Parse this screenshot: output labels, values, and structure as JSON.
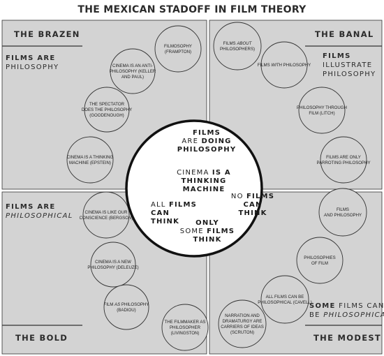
{
  "title": "THE MEXICAN STADOFF IN FILM THEORY",
  "colors": {
    "panel": "#d3d3d3",
    "stroke": "#333333",
    "circle_fill": "#d3d3d3",
    "center_fill": "#ffffff"
  },
  "quadrants": {
    "brazen": {
      "name": "THE BRAZEN",
      "sub_lines": [
        [
          {
            "text": "FILMS ",
            "b": true
          },
          {
            "text": "ARE",
            "b": true
          }
        ],
        [
          {
            "text": "PHILOSOPHY"
          }
        ]
      ],
      "circles": [
        {
          "lines": [
            [
              {
                "t": "FILMOSOPHY"
              }
            ],
            [
              {
                "t": "(FRAMPTON)"
              }
            ]
          ]
        },
        {
          "lines": [
            [
              {
                "t": "CINEMA IS AN ANTI-"
              }
            ],
            [
              {
                "t": "PHILOSOPHY (KELLER"
              }
            ],
            [
              {
                "t": "AND PAUL)"
              }
            ]
          ]
        },
        {
          "lines": [
            [
              {
                "t": "THE SPECTATOR"
              }
            ],
            [
              {
                "t": "DOES THE PHILOSOPHY"
              }
            ],
            [
              {
                "t": "(GOODENOUGH)"
              }
            ]
          ]
        },
        {
          "lines": [
            [
              {
                "t": "CINEMA IS A THINKING"
              }
            ],
            [
              {
                "t": "MACHINE (EPSTEIN)"
              }
            ]
          ]
        }
      ]
    },
    "banal": {
      "name": "THE BANAL",
      "sub_lines": [
        [
          {
            "text": "FILMS",
            "b": true
          }
        ],
        [
          {
            "text": "ILLUSTRATE"
          }
        ],
        [
          {
            "text": "PHILOSOPHY"
          }
        ]
      ],
      "circles": [
        {
          "lines": [
            [
              {
                "t": "FILMS "
              },
              {
                "t": "ABOUT",
                "i": true
              }
            ],
            [
              {
                "t": "PHILOSOPHERS)"
              }
            ]
          ]
        },
        {
          "lines": [
            [
              {
                "t": "FILMS "
              },
              {
                "t": "WITH",
                "i": true
              },
              {
                "t": " PHILOSOPHY"
              }
            ]
          ]
        },
        {
          "lines": [
            [
              {
                "t": "PHILOSOPHY THROUGH"
              }
            ],
            [
              {
                "t": "FILM (LITCH)"
              }
            ]
          ]
        },
        {
          "lines": [
            [
              {
                "t": "FILMS ARE ONLY"
              }
            ],
            [
              {
                "t": "PARROTING PHILOSOPHY"
              }
            ]
          ]
        }
      ]
    },
    "bold": {
      "name": "THE BOLD",
      "sub_lines": [
        [
          {
            "text": "FILMS ",
            "b": true
          },
          {
            "text": "ARE",
            "b": true
          }
        ],
        [
          {
            "text": "PHILOSOPHICAL",
            "i": true
          }
        ]
      ],
      "circles": [
        {
          "lines": [
            [
              {
                "t": "CINEMA IS LIKE OUR"
              }
            ],
            [
              {
                "t": "CONSCIENCE (BERGSON)"
              }
            ]
          ]
        },
        {
          "lines": [
            [
              {
                "t": "CINEMA IS A NEW"
              }
            ],
            [
              {
                "t": "PHILOSOPHY (DELEUZE)"
              }
            ]
          ]
        },
        {
          "lines": [
            [
              {
                "t": "FILM "
              },
              {
                "t": "AS",
                "i": true
              },
              {
                "t": " PHILOSOPHY"
              }
            ],
            [
              {
                "t": "(BADIOU)"
              }
            ]
          ]
        },
        {
          "lines": [
            [
              {
                "t": "THE FILMMAKER AS"
              }
            ],
            [
              {
                "t": "PHILOSOPHER"
              }
            ],
            [
              {
                "t": "(LIVINGSTON)"
              }
            ]
          ]
        }
      ]
    },
    "modest": {
      "name": "THE MODEST",
      "sub_lines": [
        [
          {
            "text": "SOME",
            "b": true
          },
          {
            "text": " FILMS CAN"
          }
        ],
        [
          {
            "text": "BE "
          },
          {
            "text": "PHILOSOPHICAL",
            "i": true
          }
        ]
      ],
      "circles": [
        {
          "lines": [
            [
              {
                "t": "FILMS"
              }
            ],
            [
              {
                "t": "AND",
                "i": true
              },
              {
                "t": " PHILOSOPHY"
              }
            ]
          ]
        },
        {
          "lines": [
            [
              {
                "t": "PHILOSOPHIES"
              }
            ],
            [
              {
                "t": "OF FILM"
              }
            ]
          ]
        },
        {
          "lines": [
            [
              {
                "t": "ALL FILMS CAN BE"
              }
            ],
            [
              {
                "t": "PHILOSOPHICAL (CAVELL)"
              }
            ]
          ]
        },
        {
          "lines": [
            [
              {
                "t": "NARRATION AND"
              }
            ],
            [
              {
                "t": "DRAMATURGY ARE"
              }
            ],
            [
              {
                "t": "CARRIERS OF IDEAS"
              }
            ],
            [
              {
                "t": "(SCRUTON)"
              }
            ]
          ]
        }
      ]
    }
  },
  "center": {
    "groups": [
      {
        "lines": [
          [
            {
              "t": "FILMS",
              "b": true
            }
          ],
          [
            {
              "t": "ARE "
            },
            {
              "t": "DOING",
              "b": true
            }
          ],
          [
            {
              "t": "PHILOSOPHY",
              "b": true
            }
          ]
        ]
      },
      {
        "lines": [
          [
            {
              "t": "CINEMA "
            },
            {
              "t": "IS A",
              "b": true
            }
          ],
          [
            {
              "t": "THINKING",
              "b": true
            }
          ],
          [
            {
              "t": "MACHINE",
              "b": true
            }
          ]
        ]
      },
      {
        "lines": [
          [
            {
              "t": "NO "
            },
            {
              "t": "FILMS",
              "b": true
            }
          ],
          [
            {
              "t": "CAN",
              "b": true
            }
          ],
          [
            {
              "t": "THINK",
              "b": true
            }
          ]
        ]
      },
      {
        "lines": [
          [
            {
              "t": "ALL "
            },
            {
              "t": "FILMS",
              "b": true
            }
          ],
          [
            {
              "t": "CAN",
              "b": true
            }
          ],
          [
            {
              "t": "THINK",
              "b": true
            }
          ]
        ]
      },
      {
        "lines": [
          [
            {
              "t": "ONLY",
              "b": true
            }
          ],
          [
            {
              "t": "SOME "
            },
            {
              "t": "FILMS",
              "b": true
            }
          ],
          [
            {
              "t": "THINK",
              "b": true
            }
          ]
        ]
      }
    ]
  }
}
